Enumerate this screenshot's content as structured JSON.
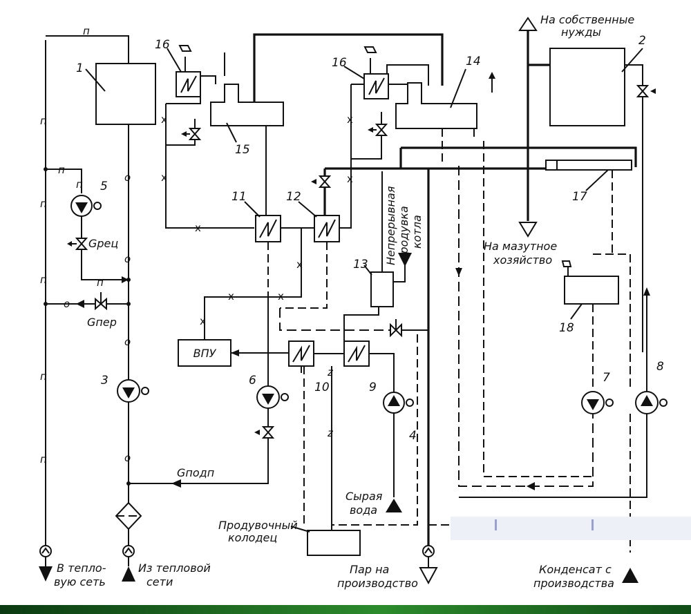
{
  "units": {
    "u1": "1",
    "u2": "2",
    "u3": "3",
    "u4": "4",
    "u5": "5",
    "u6": "6",
    "u7": "7",
    "u8": "8",
    "u9": "9",
    "u10": "10",
    "u11": "11",
    "u12": "12",
    "u13": "13",
    "u14": "14",
    "u15": "15",
    "u16a": "16",
    "u16b": "16",
    "u17": "17",
    "u18": "18"
  },
  "blocks": {
    "vpu": "ВПУ"
  },
  "flows": {
    "g_rec": "Gрец",
    "g_per": "Gпер",
    "g_podp": "Gподп"
  },
  "line_codes": {
    "p": "п",
    "o": "о",
    "x": "х",
    "z": "z"
  },
  "captions": {
    "own_needs_1": "На собственные",
    "own_needs_2": "нужды",
    "mazut_1": "На мазутное",
    "mazut_2": "хозяйство",
    "blowdown_1": "Непрерывная",
    "blowdown_2": "продувка",
    "blowdown_3": "котла",
    "raw_water_1": "Сырая",
    "raw_water_2": "вода",
    "drain_well_1": "Продувочный",
    "drain_well_2": "колодец",
    "to_net_1": "В тепло-",
    "to_net_2": "вую сеть",
    "from_net_1": "Из тепловой",
    "from_net_2": "сети",
    "steam_prod_1": "Пар на",
    "steam_prod_2": "производство",
    "condensate_1": "Конденсат с",
    "condensate_2": "производства"
  }
}
